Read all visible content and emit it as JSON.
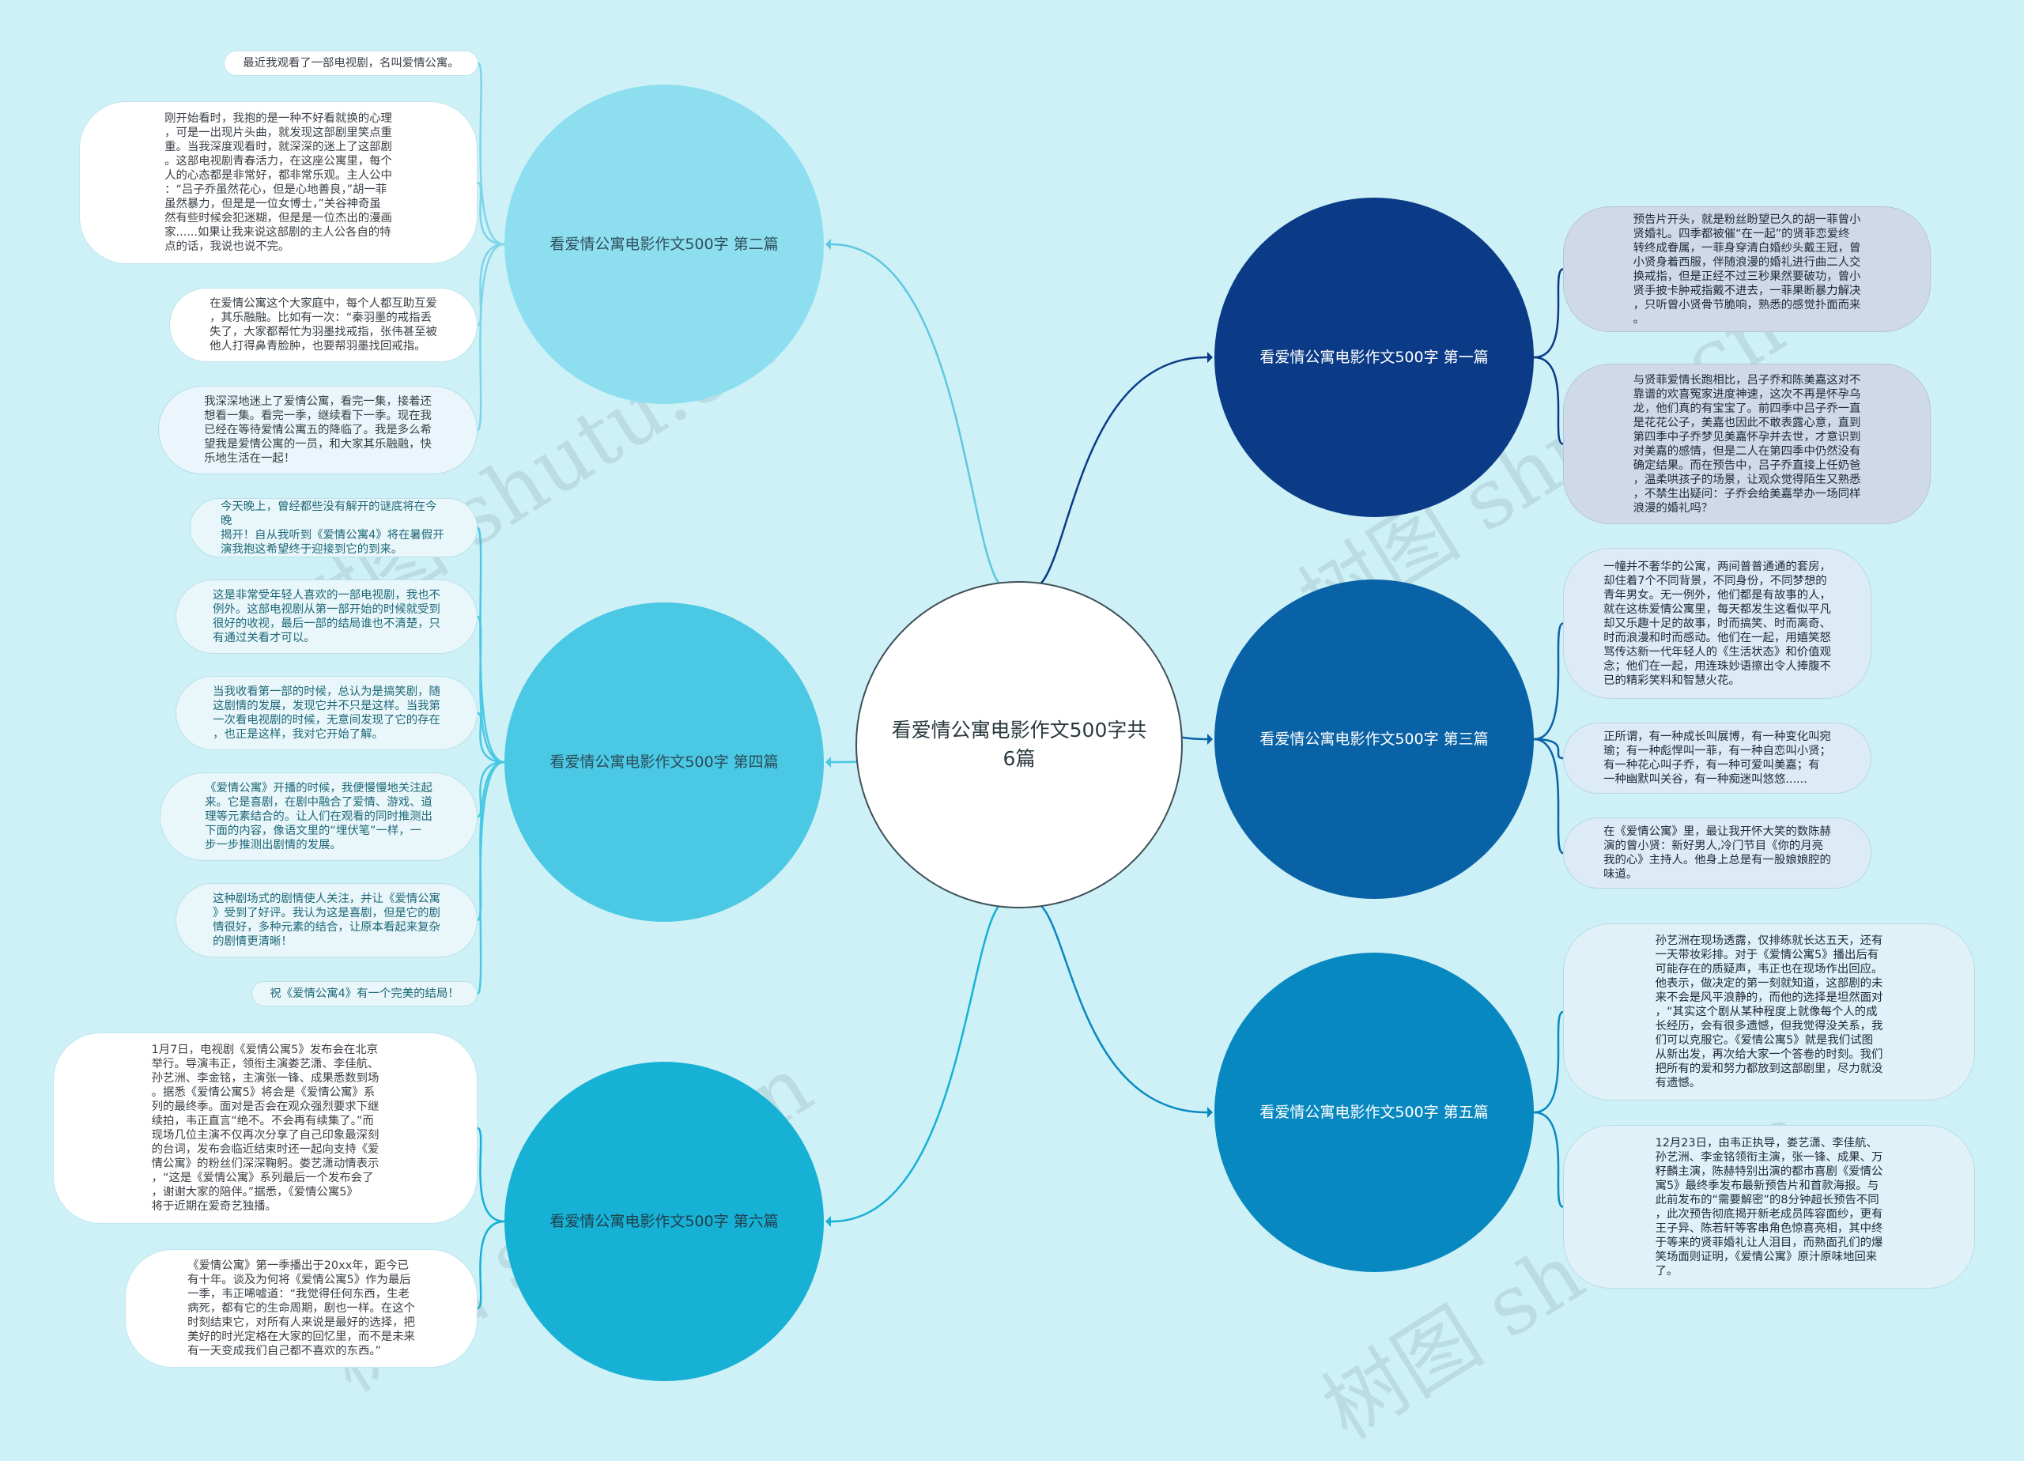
{
  "center": {
    "label": "看爱情公寓电影作文500字共6篇"
  },
  "branches": [
    {
      "id": "b1",
      "label": "看爱情公寓电影作文500字 第一篇",
      "color": "#0b3b86",
      "text_color": "#ffffff"
    },
    {
      "id": "b2",
      "label": "看爱情公寓电影作文500字 第二篇",
      "color": "#8ddff0",
      "text_color": "#2f4f5c"
    },
    {
      "id": "b3",
      "label": "看爱情公寓电影作文500字 第三篇",
      "color": "#0a62a6",
      "text_color": "#ffffff"
    },
    {
      "id": "b4",
      "label": "看爱情公寓电影作文500字 第四篇",
      "color": "#4bc8e3",
      "text_color": "#2a4c5a"
    },
    {
      "id": "b5",
      "label": "看爱情公寓电影作文500字 第五篇",
      "color": "#0888c1",
      "text_color": "#ffffff"
    },
    {
      "id": "b6",
      "label": "看爱情公寓电影作文500字 第六篇",
      "color": "#17b1d5",
      "text_color": "#1f3f4c"
    }
  ],
  "leaves": {
    "b1": [
      "预告片开头，就是粉丝盼望已久的胡一菲曾小\n贤婚礼。四季都被催“在一起”的贤菲恋爱终\n转终成眷属，一菲身穿清白婚纱头戴王冠，曾\n小贤身着西服，伴随浪漫的婚礼进行曲二人交\n换戒指，但是正经不过三秒果然要破功，曾小\n贤手披卡肿戒指戴不进去，一菲果断暴力解决\n，只听曾小贤骨节脆响，熟悉的感觉扑面而来\n。",
      "与贤菲爱情长跑相比，吕子乔和陈美嘉这对不\n靠谱的欢喜冤家进度神速，这次不再是怀孕乌\n龙，他们真的有宝宝了。前四季中吕子乔一直\n是花花公子，美嘉也因此不敢表露心意，直到\n第四季中子乔梦见美嘉怀孕并去世，才意识到\n对美嘉的感情，但是二人在第四季中仍然没有\n确定结果。而在预告中，吕子乔直接上任奶爸\n，温柔哄孩子的场景，让观众觉得陌生又熟悉\n，不禁生出疑问：子乔会给美嘉举办一场同样\n浪漫的婚礼吗？"
    ],
    "b2": [
      "最近我观看了一部电视剧，名叫爱情公寓。",
      "刚开始看时，我抱的是一种不好看就换的心理\n，可是一出现片头曲，就发现这部剧里笑点重\n重。当我深度观看时，就深深的迷上了这部剧\n。这部电视剧青春活力，在这座公寓里，每个\n人的心态都是非常好，都非常乐观。主人公中\n：“吕子乔虽然花心，但是心地善良，”胡一菲\n虽然暴力，但是是一位女博士，”关谷神奇虽\n然有些时候会犯迷糊，但是是一位杰出的漫画\n家......如果让我来说这部剧的主人公各自的特\n点的话，我说也说不完。",
      "在爱情公寓这个大家庭中，每个人都互助互爱\n，其乐融融。比如有一次：“秦羽墨的戒指丢\n失了，大家都帮忙为羽墨找戒指，张伟甚至被\n他人打得鼻青脸肿，也要帮羽墨找回戒指。",
      "我深深地迷上了爱情公寓，看完一集，接着还\n想看一集。看完一季，继续看下一季。现在我\n已经在等待爱情公寓五的降临了。我是多么希\n望我是爱情公寓的一员，和大家其乐融融，快\n乐地生活在一起！"
    ],
    "b3": [
      "一幢并不奢华的公寓，两间普普通通的套房，\n却住着7个不同背景，不同身份，不同梦想的\n青年男女。无一例外，他们都是有故事的人，\n就在这栋爱情公寓里，每天都发生这看似平凡\n却又乐趣十足的故事，时而搞笑、时而离奇、\n时而浪漫和时而感动。他们在一起，用嬉笑怒\n骂传达新一代年轻人的《生活状态》和价值观\n念；他们在一起，用连珠妙语擦出令人捧腹不\n已的精彩笑料和智慧火花。",
      "正所谓，有一种成长叫展博，有一种变化叫宛\n瑜；有一种彪悍叫一菲，有一种自恋叫小贤；\n有一种花心叫子乔，有一种可爱叫美嘉；有\n一种幽默叫关谷，有一种痴迷叫悠悠......",
      "在《爱情公寓》里，最让我开怀大笑的数陈赫\n演的曾小贤：新好男人,冷门节目《你的月亮\n我的心》主持人。他身上总是有一股娘娘腔的\n味道。"
    ],
    "b4": [
      "今天晚上，曾经都些没有解开的谜底将在今晚\n揭开！自从我听到《爱情公寓4》将在暑假开\n演我抱这希望终于迎接到它的到来。",
      "这是非常受年轻人喜欢的一部电视剧，我也不\n例外。这部电视剧从第一部开始的时候就受到\n很好的收视，最后一部的结局谁也不清楚，只\n有通过关看才可以。",
      "当我收看第一部的时候，总认为是搞笑剧，随\n这剧情的发展，发现它并不只是这样。当我第\n一次看电视剧的时候，无意间发现了它的存在\n，也正是这样，我对它开始了解。",
      "《爱情公寓》开播的时候，我便慢慢地关注起\n来。它是喜剧，在剧中融合了爱情、游戏、道\n理等元素结合的。让人们在观看的同时推测出\n下面的内容，像语文里的“埋伏笔”一样，一\n步一步推测出剧情的发展。",
      "这种剧场式的剧情使人关注，并让《爱情公寓\n》受到了好评。我认为这是喜剧，但是它的剧\n情很好，多种元素的结合，让原本看起来复杂\n的剧情更清晰！",
      "祝《爱情公寓4》有一个完美的结局！"
    ],
    "b5": [
      "孙艺洲在现场透露，仅排练就长达五天，还有\n一天带妆彩排。对于《爱情公寓5》播出后有\n可能存在的质疑声，韦正也在现场作出回应。\n他表示，做决定的第一刻就知道，这部剧的未\n来不会是风平浪静的，而他的选择是坦然面对\n，“其实这个剧从某种程度上就像每个人的成\n长经历，会有很多遗憾，但我觉得没关系，我\n们可以克服它。《爱情公寓5》就是我们试图\n从新出发，再次给大家一个答卷的时刻。我们\n把所有的爱和努力都放到这部剧里，尽力就没\n有遗憾。",
      "12月23日，由韦正执导，娄艺潇、李佳航、\n孙艺洲、李金铭领衔主演，张一锋、成果、万\n籽麟主演，陈赫特别出演的都市喜剧《爱情公\n寓5》最终季发布最新预告片和首款海报。与\n此前发布的“需要解密”的8分钟超长预告不同\n，此次预告彻底揭开新老成员阵容面纱，更有\n王子异、陈若轩等客串角色惊喜亮相，其中终\n于等来的贤菲婚礼让人泪目，而熟面孔们的爆\n笑场面则证明，《爱情公寓》原汁原味地回来\n了。"
    ],
    "b6": [
      "1月7日，电视剧《爱情公寓5》发布会在北京\n举行。导演韦正，领衔主演娄艺潇、李佳航、\n孙艺洲、李金铭，主演张一锋、成果悉数到场\n。据悉《爱情公寓5》将会是《爱情公寓》系\n列的最终季。面对是否会在观众强烈要求下继\n续拍，韦正直言“绝不。不会再有续集了。”而\n现场几位主演不仅再次分享了自己印象最深刻\n的台词，发布会临近结束时还一起向支持《爱\n情公寓》的粉丝们深深鞠躬。娄艺潇动情表示\n，“这是《爱情公寓》系列最后一个发布会了\n，谢谢大家的陪伴。”据悉，《爱情公寓5》\n将于近期在爱奇艺独播。",
      "《爱情公寓》第一季播出于20xx年，距今已\n有十年。谈及为何将《爱情公寓5》作为最后\n一季，韦正唏嘘道：“我觉得任何东西，生老\n病死，都有它的生命周期，剧也一样。在这个\n时刻结束它，对所有人来说是最好的选择，把\n美好的时光定格在大家的回忆里，而不是未来\n有一天变成我们自己都不喜欢的东西。”"
    ]
  },
  "watermark": "树图 shutu.cn"
}
